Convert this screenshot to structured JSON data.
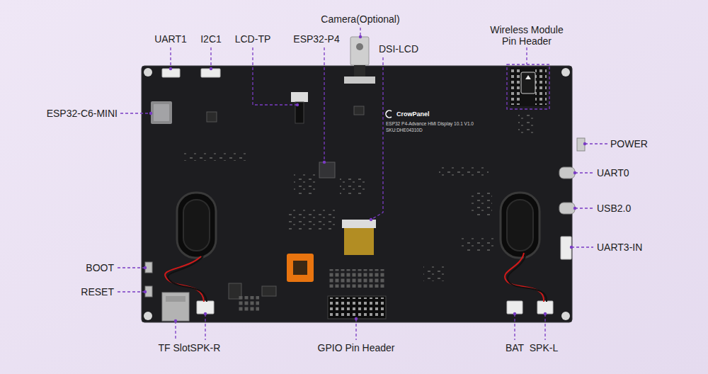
{
  "diagram": {
    "labels": [
      "Camera(Optional)",
      "UART1",
      "I2C1",
      "LCD-TP",
      "ESP32-P4",
      "DSI-LCD",
      "Wireless Module Pin Header",
      "ESP32-C6-MINI",
      "POWER",
      "UART0",
      "USB2.0",
      "UART3-IN",
      "BOOT",
      "RESET",
      "TF Slot",
      "SPK-R",
      "GPIO Pin Header",
      "BAT",
      "SPK-L",
      "CrowPanel",
      "ESP32 P4-Advance HMI Display 10.1 V1.0",
      "SKU:DHE04310D"
    ]
  }
}
